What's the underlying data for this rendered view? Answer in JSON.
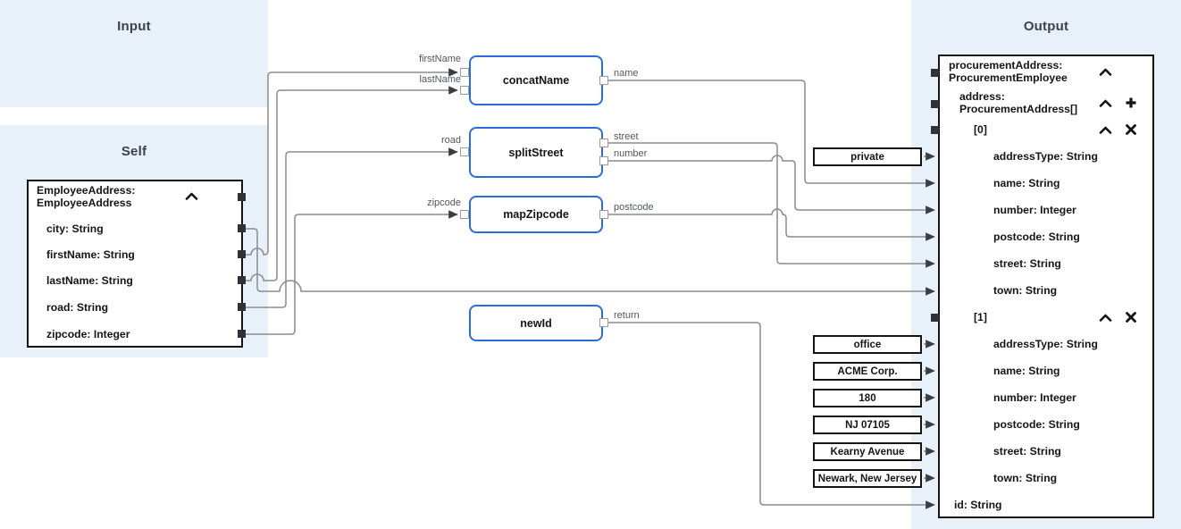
{
  "panels": {
    "input_title": "Input",
    "self_title": "Self",
    "output_title": "Output"
  },
  "self_doc": {
    "title": "EmployeeAddress:\nEmployeeAddress",
    "fields": [
      {
        "label": "city: String"
      },
      {
        "label": "firstName: String"
      },
      {
        "label": "lastName: String"
      },
      {
        "label": "road: String"
      },
      {
        "label": "zipcode: Integer"
      }
    ]
  },
  "functions": [
    {
      "name": "concatName",
      "inputs": [
        {
          "label": "firstName"
        },
        {
          "label": "lastName"
        }
      ],
      "outputs": [
        {
          "label": "name"
        }
      ]
    },
    {
      "name": "splitStreet",
      "inputs": [
        {
          "label": "road"
        }
      ],
      "outputs": [
        {
          "label": "street"
        },
        {
          "label": "number"
        }
      ]
    },
    {
      "name": "mapZipcode",
      "inputs": [
        {
          "label": "zipcode"
        }
      ],
      "outputs": [
        {
          "label": "postcode"
        }
      ]
    },
    {
      "name": "newId",
      "inputs": [],
      "outputs": [
        {
          "label": "return"
        }
      ]
    }
  ],
  "constants": [
    {
      "value": "private"
    },
    {
      "value": "office"
    },
    {
      "value": "ACME Corp."
    },
    {
      "value": "180"
    },
    {
      "value": "NJ 07105"
    },
    {
      "value": "Kearny Avenue"
    },
    {
      "value": "Newark, New Jersey"
    }
  ],
  "output_doc": {
    "root_title": "procurementAddress:\nProcurementEmployee",
    "address_title": "address:\nProcurementAddress[]",
    "items": [
      {
        "index": "[0]",
        "fields": [
          {
            "label": "addressType: String"
          },
          {
            "label": "name: String"
          },
          {
            "label": "number: Integer"
          },
          {
            "label": "postcode: String"
          },
          {
            "label": "street: String"
          },
          {
            "label": "town: String"
          }
        ]
      },
      {
        "index": "[1]",
        "fields": [
          {
            "label": "addressType: String"
          },
          {
            "label": "name: String"
          },
          {
            "label": "number: Integer"
          },
          {
            "label": "postcode: String"
          },
          {
            "label": "street: String"
          },
          {
            "label": "town: String"
          }
        ]
      }
    ],
    "id_field": "id: String"
  },
  "colors": {
    "panel_blue": "#e8f1f9",
    "function_border_blue": "#2b6cd9",
    "wire_gray": "#8c8c8c"
  }
}
